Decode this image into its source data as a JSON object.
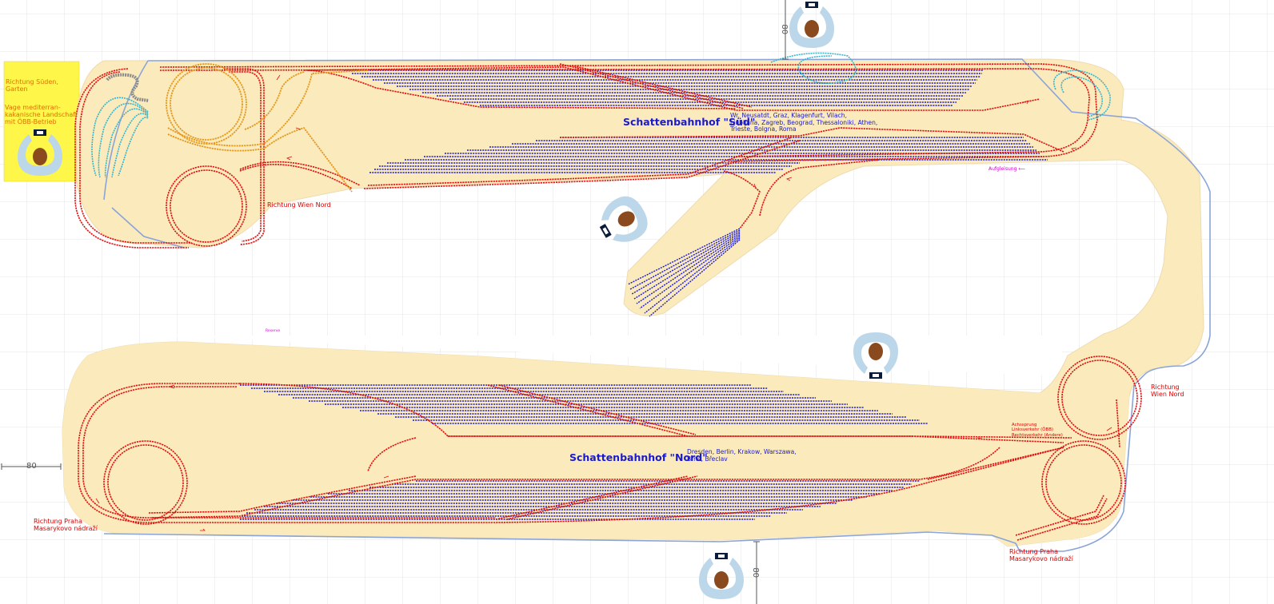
{
  "colors": {
    "baseboard": "#fbeabc",
    "baseboard_edge": "#e6d4a4",
    "track_red": "#e01010",
    "track_blue": "#1a1ad0",
    "track_orange": "#e39a1e",
    "track_cyan": "#36b6cc",
    "track_grey": "#8a8a8a",
    "wall_line": "#8aa4d8",
    "garden_box": "#fff64a",
    "operator_seat": "#bcd6ea",
    "operator_head": "#8a4a1e",
    "grid": "#e4e4e4"
  },
  "labels": {
    "station_sued": "Schattenbahnhof \"Süd\"",
    "station_nord": "Schattenbahnhof \"Nord\"",
    "cities_sued": "Wr. Neusatdt, Graz, Klagenfurt, Vilach,\nLjubljana, Zagreb, Beograd, Thessaloniki, Athen,\nTrieste, Bolgna, Roma",
    "cities_nord": "Dresden, Berlin, Krakow, Warszawa,\nBrno, Břeclav",
    "richtung_wien_nord_top": "Richtung Wien Nord",
    "richtung_wien_nord_right": "Richtung\nWien Nord",
    "richtung_praha_left": "Richtung Praha\nMasarykovo nádraží",
    "richtung_praha_right": "Richtung Praha\nMasarykovo nádraží",
    "richtung_sueden": "Richtung Süden,\nGarten",
    "vage_landschaft": "Vage mediterran-\nkakanische Landschaft\nmit ÖBB-Betrieb",
    "aufgleisung": "Aufgleisung  ⟵",
    "achsprung": "Achssprung\nLinksverkehr (ÖBB)\nRechtsverkehr (Andere)",
    "reserve_mark": "Reserve",
    "dim_top": "80",
    "dim_left": "80",
    "dim_bottom": "80"
  },
  "icons": {
    "operator": "operator-seat-icon",
    "direction_arrow": "direction-arrow-icon",
    "dimension": "dimension-line-icon"
  }
}
